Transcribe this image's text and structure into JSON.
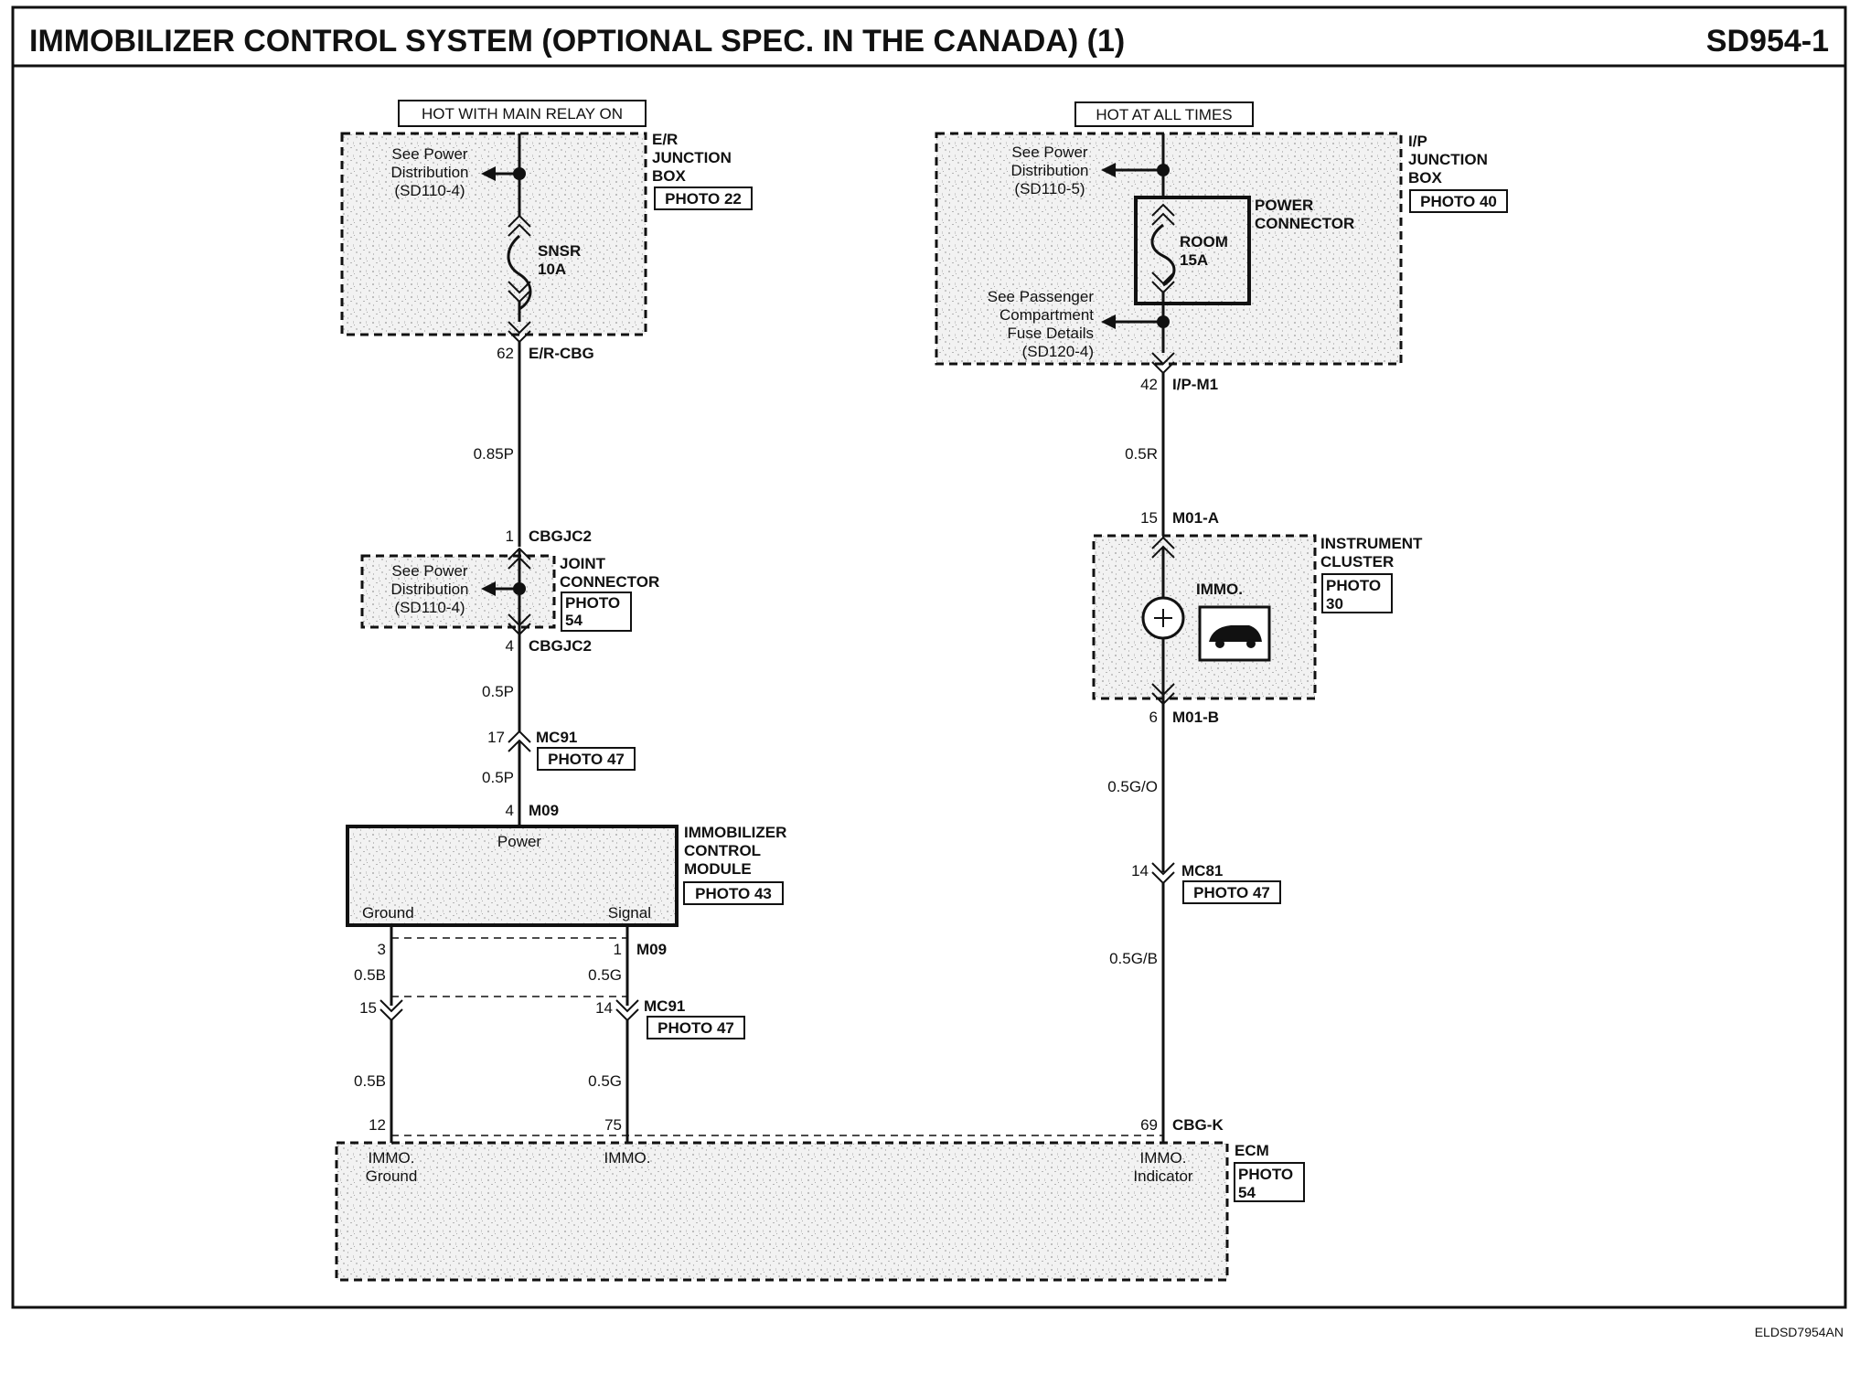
{
  "header": {
    "title": "IMMOBILIZER CONTROL SYSTEM (OPTIONAL SPEC. IN THE CANADA) (1)",
    "code": "SD954-1"
  },
  "footer": {
    "ref": "ELDSD7954AN"
  },
  "left_circuit": {
    "power_source": "HOT WITH MAIN RELAY ON",
    "er_junction_box": {
      "name_lines": [
        "E/R",
        "JUNCTION",
        "BOX"
      ],
      "photo": "PHOTO 22",
      "see_power_lines": [
        "See Power",
        "Distribution",
        "(SD110-4)"
      ],
      "fuse_lines": [
        "SNSR",
        "10A"
      ]
    },
    "pin_62": "62",
    "conn_er_cbg": "E/R-CBG",
    "wire_085p": "0.85P",
    "pin_1": "1",
    "conn_cbgjc2_top": "CBGJC2",
    "joint_connector": {
      "name_lines": [
        "JOINT",
        "CONNECTOR"
      ],
      "photo_lines": [
        "PHOTO",
        "54"
      ],
      "see_power_lines": [
        "See Power",
        "Distribution",
        "(SD110-4)"
      ]
    },
    "pin_4a": "4",
    "conn_cbgjc2_bottom": "CBGJC2",
    "wire_05p_a": "0.5P",
    "pin_17": "17",
    "conn_mc91_a": "MC91",
    "photo_47_a": "PHOTO 47",
    "wire_05p_b": "0.5P",
    "pin_4b": "4",
    "conn_m09_a": "M09",
    "module": {
      "power": "Power",
      "ground": "Ground",
      "signal": "Signal",
      "name_lines": [
        "IMMOBILIZER",
        "CONTROL",
        "MODULE"
      ],
      "photo": "PHOTO 43"
    },
    "pin_3": "3",
    "pin_1b": "1",
    "conn_m09_b": "M09",
    "wire_05b_a": "0.5B",
    "wire_05g_a": "0.5G",
    "pin_15": "15",
    "pin_14": "14",
    "conn_mc91_b": "MC91",
    "photo_47_b": "PHOTO 47",
    "wire_05b_b": "0.5B",
    "wire_05g_b": "0.5G",
    "pin_12": "12",
    "pin_75": "75"
  },
  "right_circuit": {
    "power_source": "HOT AT ALL TIMES",
    "ip_junction_box": {
      "name_lines": [
        "I/P",
        "JUNCTION",
        "BOX"
      ],
      "photo": "PHOTO 40",
      "see_power_lines": [
        "See Power",
        "Distribution",
        "(SD110-5)"
      ],
      "power_connector_lines": [
        "POWER",
        "CONNECTOR"
      ],
      "fuse_lines": [
        "ROOM",
        "15A"
      ],
      "see_passenger_lines": [
        "See Passenger",
        "Compartment",
        "Fuse Details",
        "(SD120-4)"
      ]
    },
    "pin_42": "42",
    "conn_ip_m1": "I/P-M1",
    "wire_05r": "0.5R",
    "pin_15": "15",
    "conn_m01_a": "M01-A",
    "instrument_cluster": {
      "name_lines": [
        "INSTRUMENT",
        "CLUSTER"
      ],
      "photo_lines": [
        "PHOTO",
        "30"
      ],
      "immo": "IMMO."
    },
    "pin_6": "6",
    "conn_m01_b": "M01-B",
    "wire_05go": "0.5G/O",
    "pin_14": "14",
    "conn_mc81": "MC81",
    "photo_47": "PHOTO 47",
    "wire_05gb": "0.5G/B",
    "pin_69": "69",
    "conn_cbg_k": "CBG-K"
  },
  "ecm": {
    "name": "ECM",
    "photo_lines": [
      "PHOTO",
      "54"
    ],
    "immo_ground_lines": [
      "IMMO.",
      "Ground"
    ],
    "immo": "IMMO.",
    "immo_indicator_lines": [
      "IMMO.",
      "Indicator"
    ]
  }
}
